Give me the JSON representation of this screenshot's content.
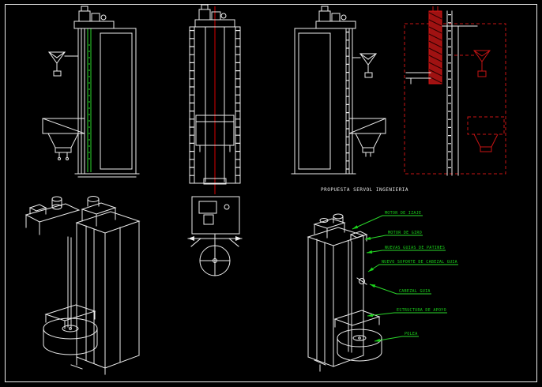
{
  "drawing": {
    "title": "PROPUESTA SERVOL INGENIERIA",
    "labels": [
      "MOTOR DE IZAJE",
      "MOTOR DE GIRO",
      "NUEVAS GUIAS DE PATINES",
      "NUEVO SOPORTE DE CABEZAL GUIA",
      "CABEZAL GUIA",
      "ESTRUCTURA DE APOYO",
      "POLEA"
    ],
    "colors": {
      "background": "#000000",
      "line_white": "#ededed",
      "highlight_green": "#2bd82b",
      "centerline_red": "#d80000",
      "proposal_red": "#c81414",
      "label_green": "#1ad41a"
    }
  }
}
